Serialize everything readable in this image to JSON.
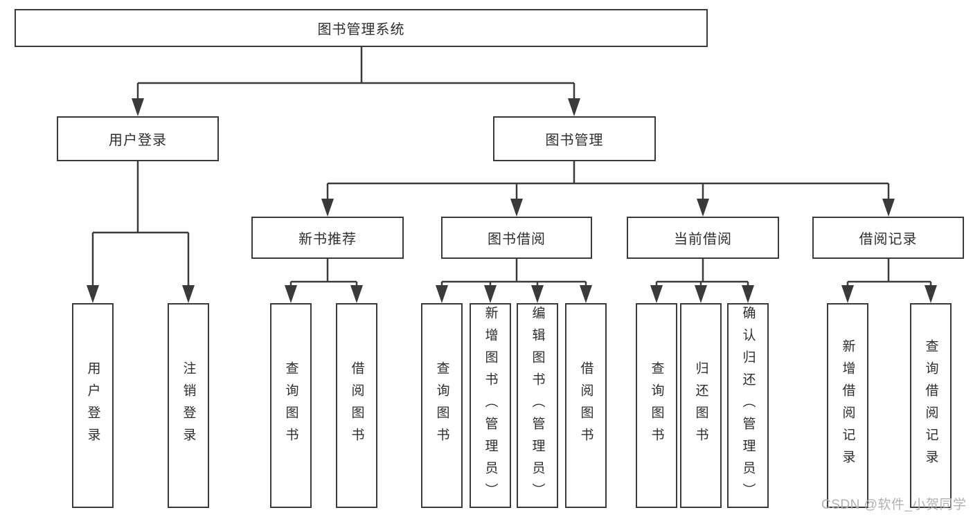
{
  "title": "图书管理系统",
  "watermark": "CSDN @软件_小贺同学",
  "colors": {
    "line": "#3a3a3a",
    "box_border": "#3a3a3a",
    "text": "#2e2e2e",
    "watermark": "#b1b1b1",
    "background": "#ffffff"
  },
  "nodes": {
    "root": {
      "label": "图书管理系统"
    },
    "level2": [
      {
        "label": "用户登录"
      },
      {
        "label": "图书管理"
      }
    ],
    "level3": [
      {
        "label": "新书推荐"
      },
      {
        "label": "图书借阅"
      },
      {
        "label": "当前借阅"
      },
      {
        "label": "借阅记录"
      }
    ],
    "leaves": {
      "userLogin": [
        {
          "label": "用户登录"
        },
        {
          "label": "注销登录"
        }
      ],
      "newBooks": [
        {
          "label": "查询图书"
        },
        {
          "label": "借阅图书"
        }
      ],
      "bookBorrow": [
        {
          "label": "查询图书"
        },
        {
          "label": "新增图书（管理员）"
        },
        {
          "label": "编辑图书（管理员）"
        },
        {
          "label": "借阅图书"
        }
      ],
      "currentBorrow": [
        {
          "label": "查询图书"
        },
        {
          "label": "归还图书"
        },
        {
          "label": "确认归还（管理员）"
        }
      ],
      "borrowRecords": [
        {
          "label": "新增借阅记录"
        },
        {
          "label": "查询借阅记录"
        }
      ]
    }
  }
}
